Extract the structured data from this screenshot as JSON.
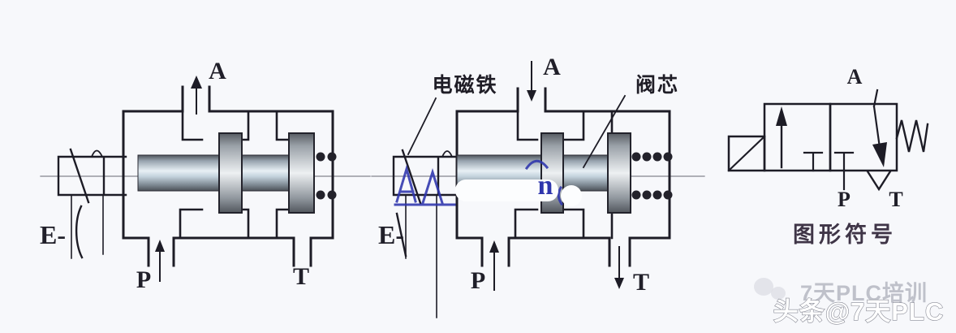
{
  "colors": {
    "background": "#f7f8fb",
    "line": "#1d1c26",
    "centerline": "#84848e",
    "blue_watermark": "#2e35ad",
    "caption_color": "#3f3547",
    "watermark_faint_color": "#bfc1ca",
    "watermark_main_fill": "#ffffff",
    "watermark_main_outline": "#898b96"
  },
  "left_diagram": {
    "labels": {
      "solenoid_lead": "E-",
      "port_a": "A",
      "port_p": "P",
      "port_t": "T"
    }
  },
  "middle_diagram": {
    "labels": {
      "electromagnet": "电磁铁",
      "spool": "阀芯",
      "solenoid_lead": "E-",
      "port_a": "A",
      "port_p": "P",
      "port_t": "T"
    },
    "watermark_fragment": "n"
  },
  "symbol_diagram": {
    "labels": {
      "port_a": "A",
      "port_p": "P",
      "port_t": "T"
    },
    "caption": "图形符号"
  },
  "watermarks": {
    "faint": "7天PLC培训",
    "main": "头条@7天PLC"
  }
}
